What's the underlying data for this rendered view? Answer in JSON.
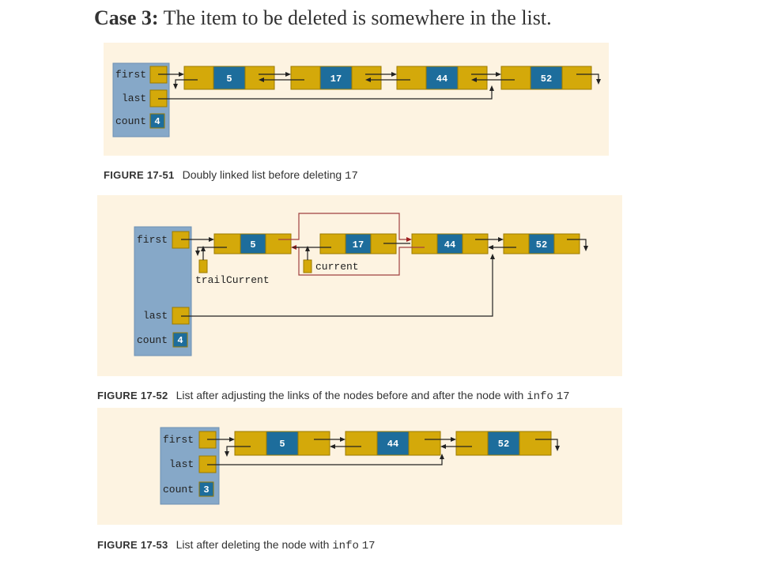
{
  "title": {
    "case": "Case 3:",
    "text": "The item to be deleted is somewhere in the list."
  },
  "labels": {
    "first": "first",
    "last": "last",
    "count": "count",
    "trailCurrent": "trailCurrent",
    "current": "current"
  },
  "figures": [
    {
      "number": "FIGURE 17-51",
      "caption": "Doubly linked list before deleting",
      "code": "",
      "value": "17",
      "count": "4",
      "nodes": [
        "5",
        "17",
        "44",
        "52"
      ]
    },
    {
      "number": "FIGURE 17-52",
      "caption": "List after adjusting the links of the nodes before and after the node with",
      "code": "info",
      "value": "17",
      "count": "4",
      "nodes": [
        "5",
        "17",
        "44",
        "52"
      ]
    },
    {
      "number": "FIGURE 17-53",
      "caption": "List after deleting the node with",
      "code": "info",
      "value": "17",
      "count": "3",
      "nodes": [
        "5",
        "44",
        "52"
      ]
    }
  ],
  "colors": {
    "panel": "#fdf3e1",
    "header": "#86a8c8",
    "link_cell": "#d4a90a",
    "info_cell": "#1d6d9c",
    "current_link": "#a04040"
  }
}
